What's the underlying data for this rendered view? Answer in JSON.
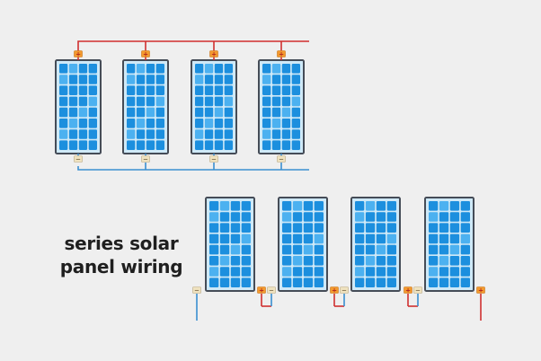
{
  "caption": {
    "line1": "series solar",
    "line2": "panel wiring"
  },
  "terminals": {
    "positive": "+",
    "negative": "−"
  },
  "diagrams": [
    {
      "id": "parallel",
      "panel_count": 4
    },
    {
      "id": "series",
      "panel_count": 4
    }
  ],
  "panel": {
    "cell_rows": 8,
    "cell_cols": 4
  },
  "colors": {
    "background": "#efefef",
    "panel_frame": "#454c57",
    "panel_fill": "#cfe9f7",
    "cell": "#1c8fde",
    "cell_highlight": "#4cb1f0",
    "positive_wire": "#d02f2f",
    "negative_wire": "#3a8fd0",
    "positive_terminal": "#f39a2e",
    "negative_terminal": "#efe2bf",
    "text": "#1f1f1f"
  }
}
